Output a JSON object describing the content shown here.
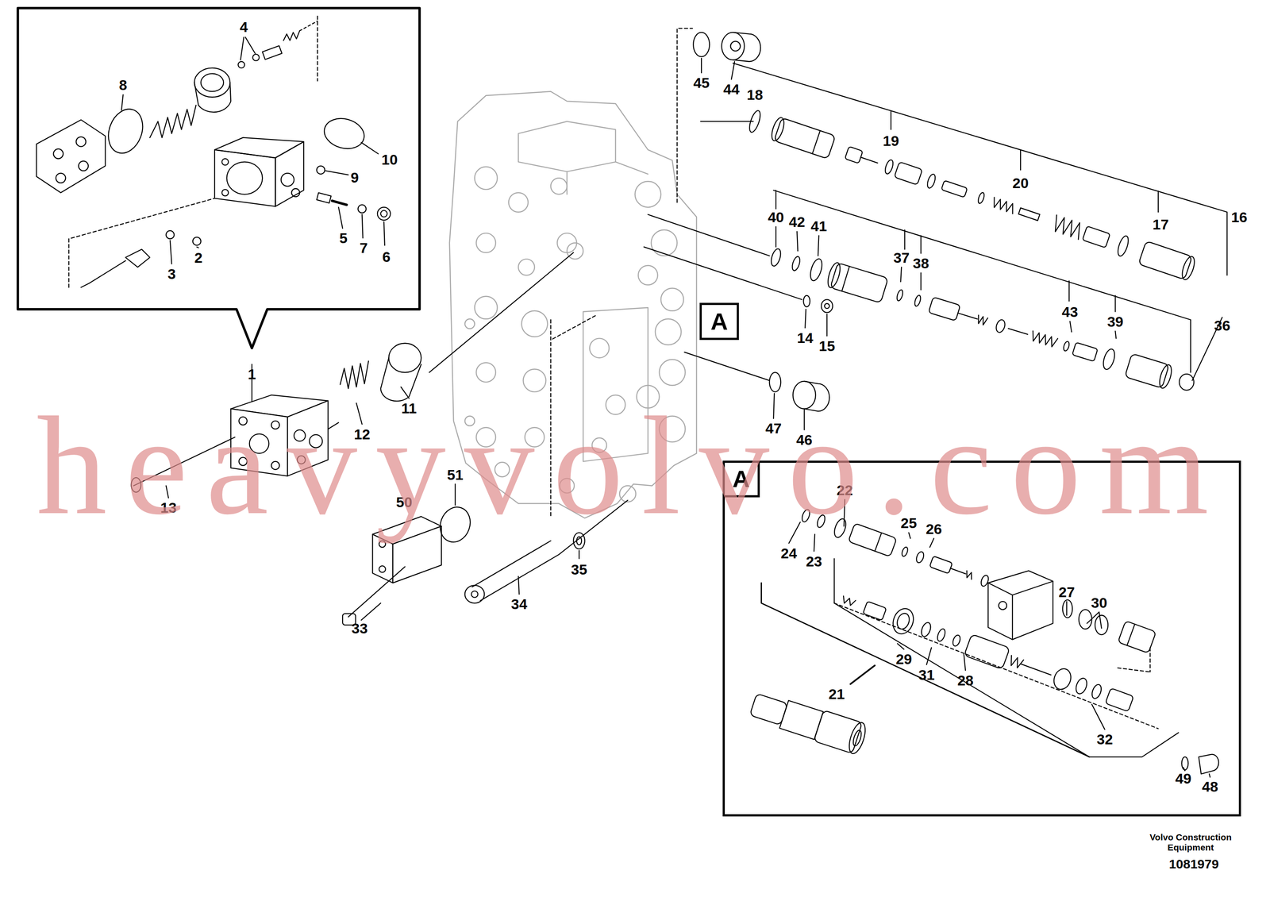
{
  "diagram": {
    "nodes": [
      {
        "text": [
          "A"
        ]
      },
      {
        "text": [
          "A"
        ]
      }
    ],
    "labels": [
      "4",
      "8",
      "10",
      "9",
      "5",
      "7",
      "6",
      "3",
      "2",
      "1",
      "12",
      "11",
      "13",
      "45",
      "44",
      "18",
      "19",
      "20",
      "16",
      "17",
      "40",
      "42",
      "41",
      "37",
      "38",
      "14",
      "15",
      "43",
      "39",
      "36",
      "47",
      "46",
      "51",
      "50",
      "35",
      "34",
      "33",
      "22",
      "24",
      "23",
      "25",
      "26",
      "27",
      "30",
      "29",
      "31",
      "28",
      "21",
      "32",
      "49",
      "48",
      "Volvo Construction Equipment",
      "1081979",
      "heavyvolvo.com"
    ]
  }
}
